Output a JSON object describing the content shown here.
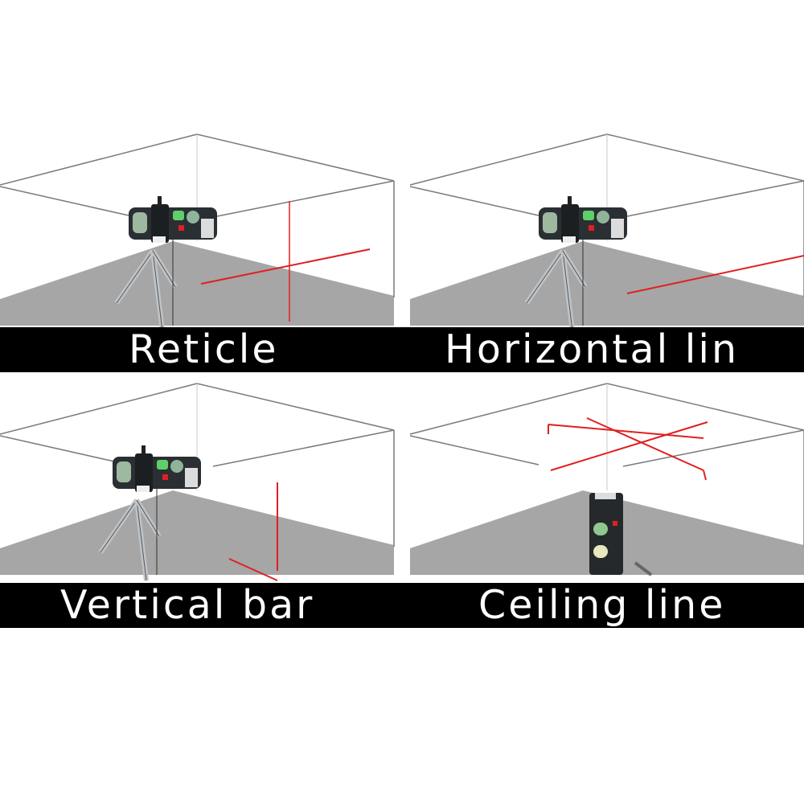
{
  "panels": [
    {
      "label": "Reticle",
      "mode": "reticle"
    },
    {
      "label": "Horizontal lin",
      "mode": "horizontal"
    },
    {
      "label": "Vertical bar",
      "mode": "vertical"
    },
    {
      "label": "Ceiling line",
      "mode": "ceiling"
    }
  ],
  "colors": {
    "laser": "#e02020",
    "floor": "#a6a6a6",
    "edges": "#7a7a7a",
    "label_bar": "#000000",
    "label_text": "#ffffff"
  }
}
